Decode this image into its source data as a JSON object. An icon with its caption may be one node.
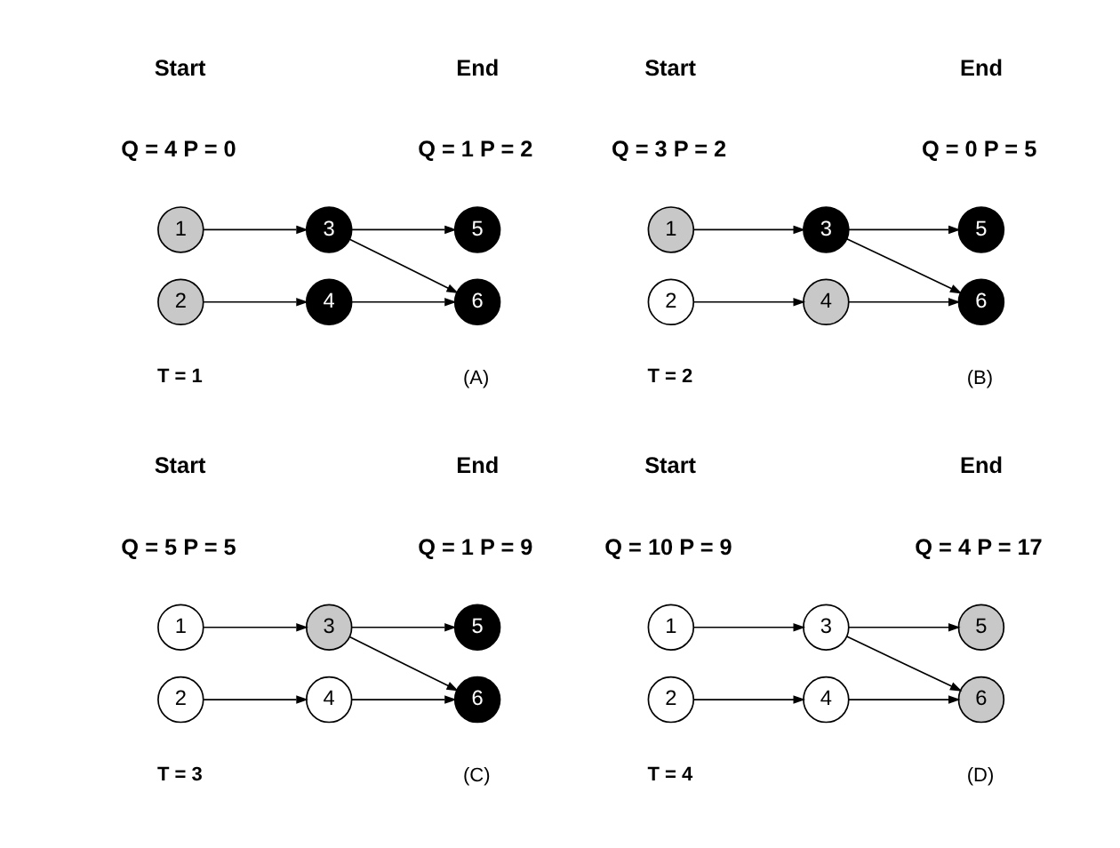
{
  "diagram": {
    "nodes": [
      {
        "text": [
          "1"
        ]
      },
      {
        "text": [
          "2"
        ]
      },
      {
        "text": [
          "3"
        ]
      },
      {
        "text": [
          "4"
        ]
      },
      {
        "text": [
          "5"
        ]
      },
      {
        "text": [
          "6"
        ]
      },
      {
        "text": [
          "1"
        ]
      },
      {
        "text": [
          "2"
        ]
      },
      {
        "text": [
          "3"
        ]
      },
      {
        "text": [
          "4"
        ]
      },
      {
        "text": [
          "5"
        ]
      },
      {
        "text": [
          "6"
        ]
      },
      {
        "text": [
          "1"
        ]
      },
      {
        "text": [
          "2"
        ]
      },
      {
        "text": [
          "3"
        ]
      },
      {
        "text": [
          "4"
        ]
      },
      {
        "text": [
          "5"
        ]
      },
      {
        "text": [
          "6"
        ]
      },
      {
        "text": [
          "1"
        ]
      },
      {
        "text": [
          "2"
        ]
      },
      {
        "text": [
          "3"
        ]
      },
      {
        "text": [
          "4"
        ]
      },
      {
        "text": [
          "5"
        ]
      },
      {
        "text": [
          "6"
        ]
      }
    ],
    "edges": [
      {
        "from": 0,
        "to": 2,
        "arrow": "to"
      },
      {
        "from": 2,
        "to": 4,
        "arrow": "to"
      },
      {
        "from": 2,
        "to": 5,
        "arrow": "to"
      },
      {
        "from": 1,
        "to": 3,
        "arrow": "to"
      },
      {
        "from": 3,
        "to": 5,
        "arrow": "to"
      },
      {
        "from": 6,
        "to": 8,
        "arrow": "to"
      },
      {
        "from": 8,
        "to": 10,
        "arrow": "to"
      },
      {
        "from": 8,
        "to": 11,
        "arrow": "to"
      },
      {
        "from": 7,
        "to": 9,
        "arrow": "to"
      },
      {
        "from": 9,
        "to": 11,
        "arrow": "to"
      },
      {
        "from": 12,
        "to": 14,
        "arrow": "to"
      },
      {
        "from": 14,
        "to": 16,
        "arrow": "to"
      },
      {
        "from": 14,
        "to": 17,
        "arrow": "to"
      },
      {
        "from": 13,
        "to": 15,
        "arrow": "to"
      },
      {
        "from": 15,
        "to": 17,
        "arrow": "to"
      },
      {
        "from": 18,
        "to": 20,
        "arrow": "to"
      },
      {
        "from": 20,
        "to": 22,
        "arrow": "to"
      },
      {
        "from": 20,
        "to": 23,
        "arrow": "to"
      },
      {
        "from": 19,
        "to": 21,
        "arrow": "to"
      },
      {
        "from": 21,
        "to": 23,
        "arrow": "to"
      }
    ],
    "labels": [
      "Start",
      "Q = 4 P = 0",
      "End",
      "Q = 1 P = 2",
      "(A)",
      "T = 1",
      "Start",
      "Q = 3 P = 2",
      "End",
      "Q = 0 P = 5",
      "(B)",
      "T = 2",
      "Start",
      "Q = 5 P = 5",
      "End",
      "Q = 1 P = 9",
      "(C)",
      "T = 3",
      "Start",
      "Q = 10 P = 9",
      "End",
      "Q = 4 P = 17",
      "(D)",
      "T = 4"
    ]
  }
}
